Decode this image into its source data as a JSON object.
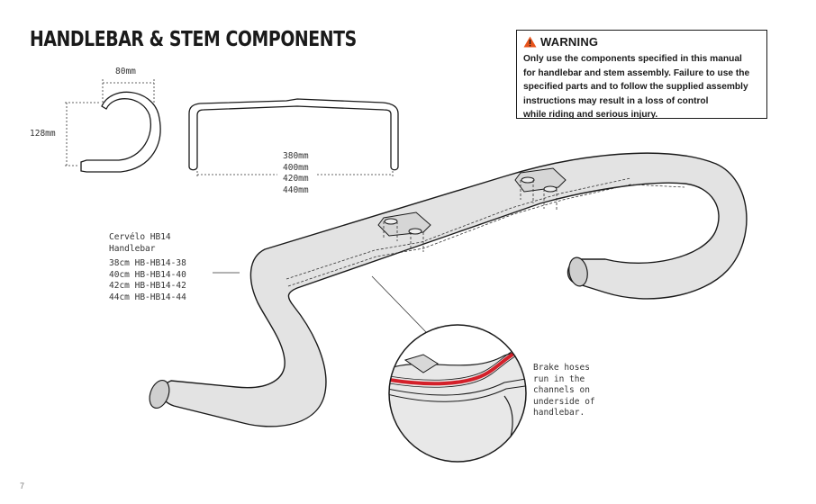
{
  "page": {
    "title": "HANDLEBAR & STEM COMPONENTS",
    "number": "7"
  },
  "warning": {
    "heading": "WARNING",
    "icon": "warning-triangle-icon",
    "icon_color": "#e8541b",
    "body": "Only use the components specified in this manual\nfor handlebar and stem assembly. Failure to use the\nspecified parts and to follow the supplied assembly\ninstructions may result in a loss of control\nwhile riding and serious injury."
  },
  "side_view": {
    "reach": "80mm",
    "drop": "128mm"
  },
  "front_view": {
    "widths": [
      "380mm",
      "400mm",
      "420mm",
      "440mm"
    ]
  },
  "handlebar_label": {
    "name_line1": "Cervélo HB14",
    "name_line2": "Handlebar",
    "sizes": [
      "38cm HB-HB14-38",
      "40cm HB-HB14-40",
      "42cm HB-HB14-42",
      "44cm HB-HB14-44"
    ]
  },
  "detail_callout": {
    "lines": [
      "Brake hoses",
      "run in the",
      "channels on",
      "underside of",
      "handlebar."
    ],
    "hose_color": "#d4202a"
  }
}
